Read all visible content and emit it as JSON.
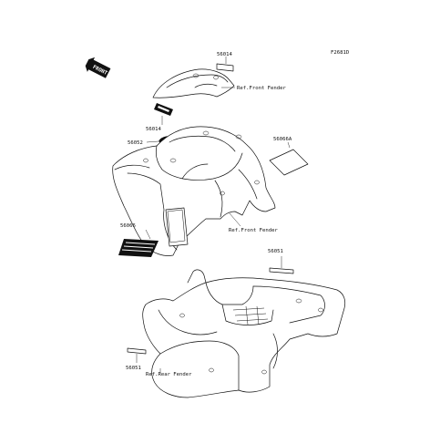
{
  "diagram": {
    "figure_code": "F2681D",
    "front_marker": "FRONT",
    "part_labels": {
      "p56014_top": "56014",
      "ref_front_fender_top": "Ref.Front Fender",
      "p56014_mid": "56014",
      "p56052": "56052",
      "p56066A": "56066A",
      "p56066": "56066",
      "ref_front_fender_mid": "Ref.Front Fender",
      "p56051_right": "56051",
      "p56051_left": "56051",
      "ref_rear_fender": "Ref.Rear Fender"
    }
  }
}
